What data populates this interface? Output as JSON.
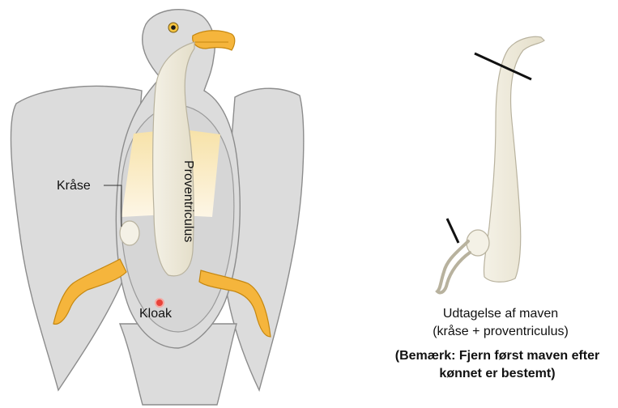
{
  "labels": {
    "crop": "Kråse",
    "proventriculus": "Proventriculus",
    "cloaca": "Kloak"
  },
  "caption": {
    "line1": "Udtagelse af maven",
    "line2": "(kråse + proventriculus)",
    "note_line1": "(Bemærk: Fjern først maven efter",
    "note_line2": "kønnet er bestemt)"
  },
  "colors": {
    "body": "#dcdcdc",
    "outline": "#8c8c8c",
    "organ": "#efebdc",
    "organ_outline": "#b8b29e",
    "beak_feet": "#f5b53c",
    "feet_outline": "#c58710",
    "lung": "#faeccb",
    "cloaca": "#e8433a",
    "cut_line": "#111111"
  }
}
